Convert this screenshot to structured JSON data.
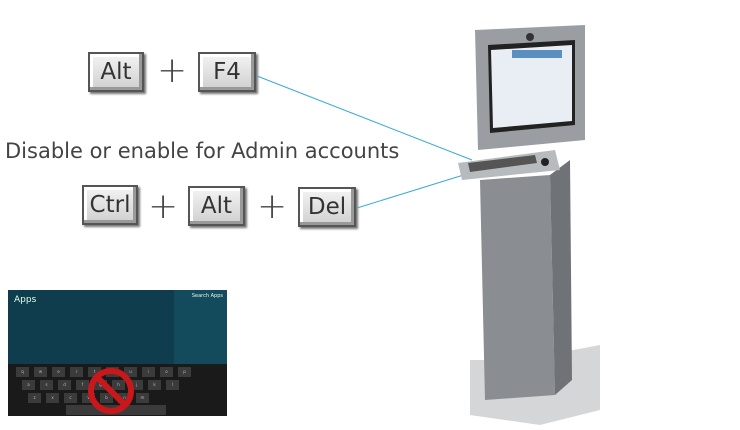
{
  "shortcut1": {
    "keys": [
      "Alt",
      "F4"
    ],
    "plus": "+"
  },
  "caption": "Disable or enable for Admin accounts",
  "shortcut2": {
    "keys": [
      "Ctrl",
      "Alt",
      "Del"
    ],
    "plus": "+"
  },
  "tablet": {
    "title": "Apps",
    "search_label": "Search Apps",
    "keys": [
      "q",
      "w",
      "e",
      "r",
      "t",
      "y",
      "u",
      "i",
      "o",
      "p",
      "a",
      "s",
      "d",
      "f",
      "g",
      "h",
      "j",
      "k",
      "l",
      "z",
      "x",
      "c",
      "v",
      "b",
      "n",
      "m"
    ]
  },
  "colors": {
    "line": "#3aaad8",
    "ban": "#c8181c",
    "kiosk": "#8a8d91"
  }
}
